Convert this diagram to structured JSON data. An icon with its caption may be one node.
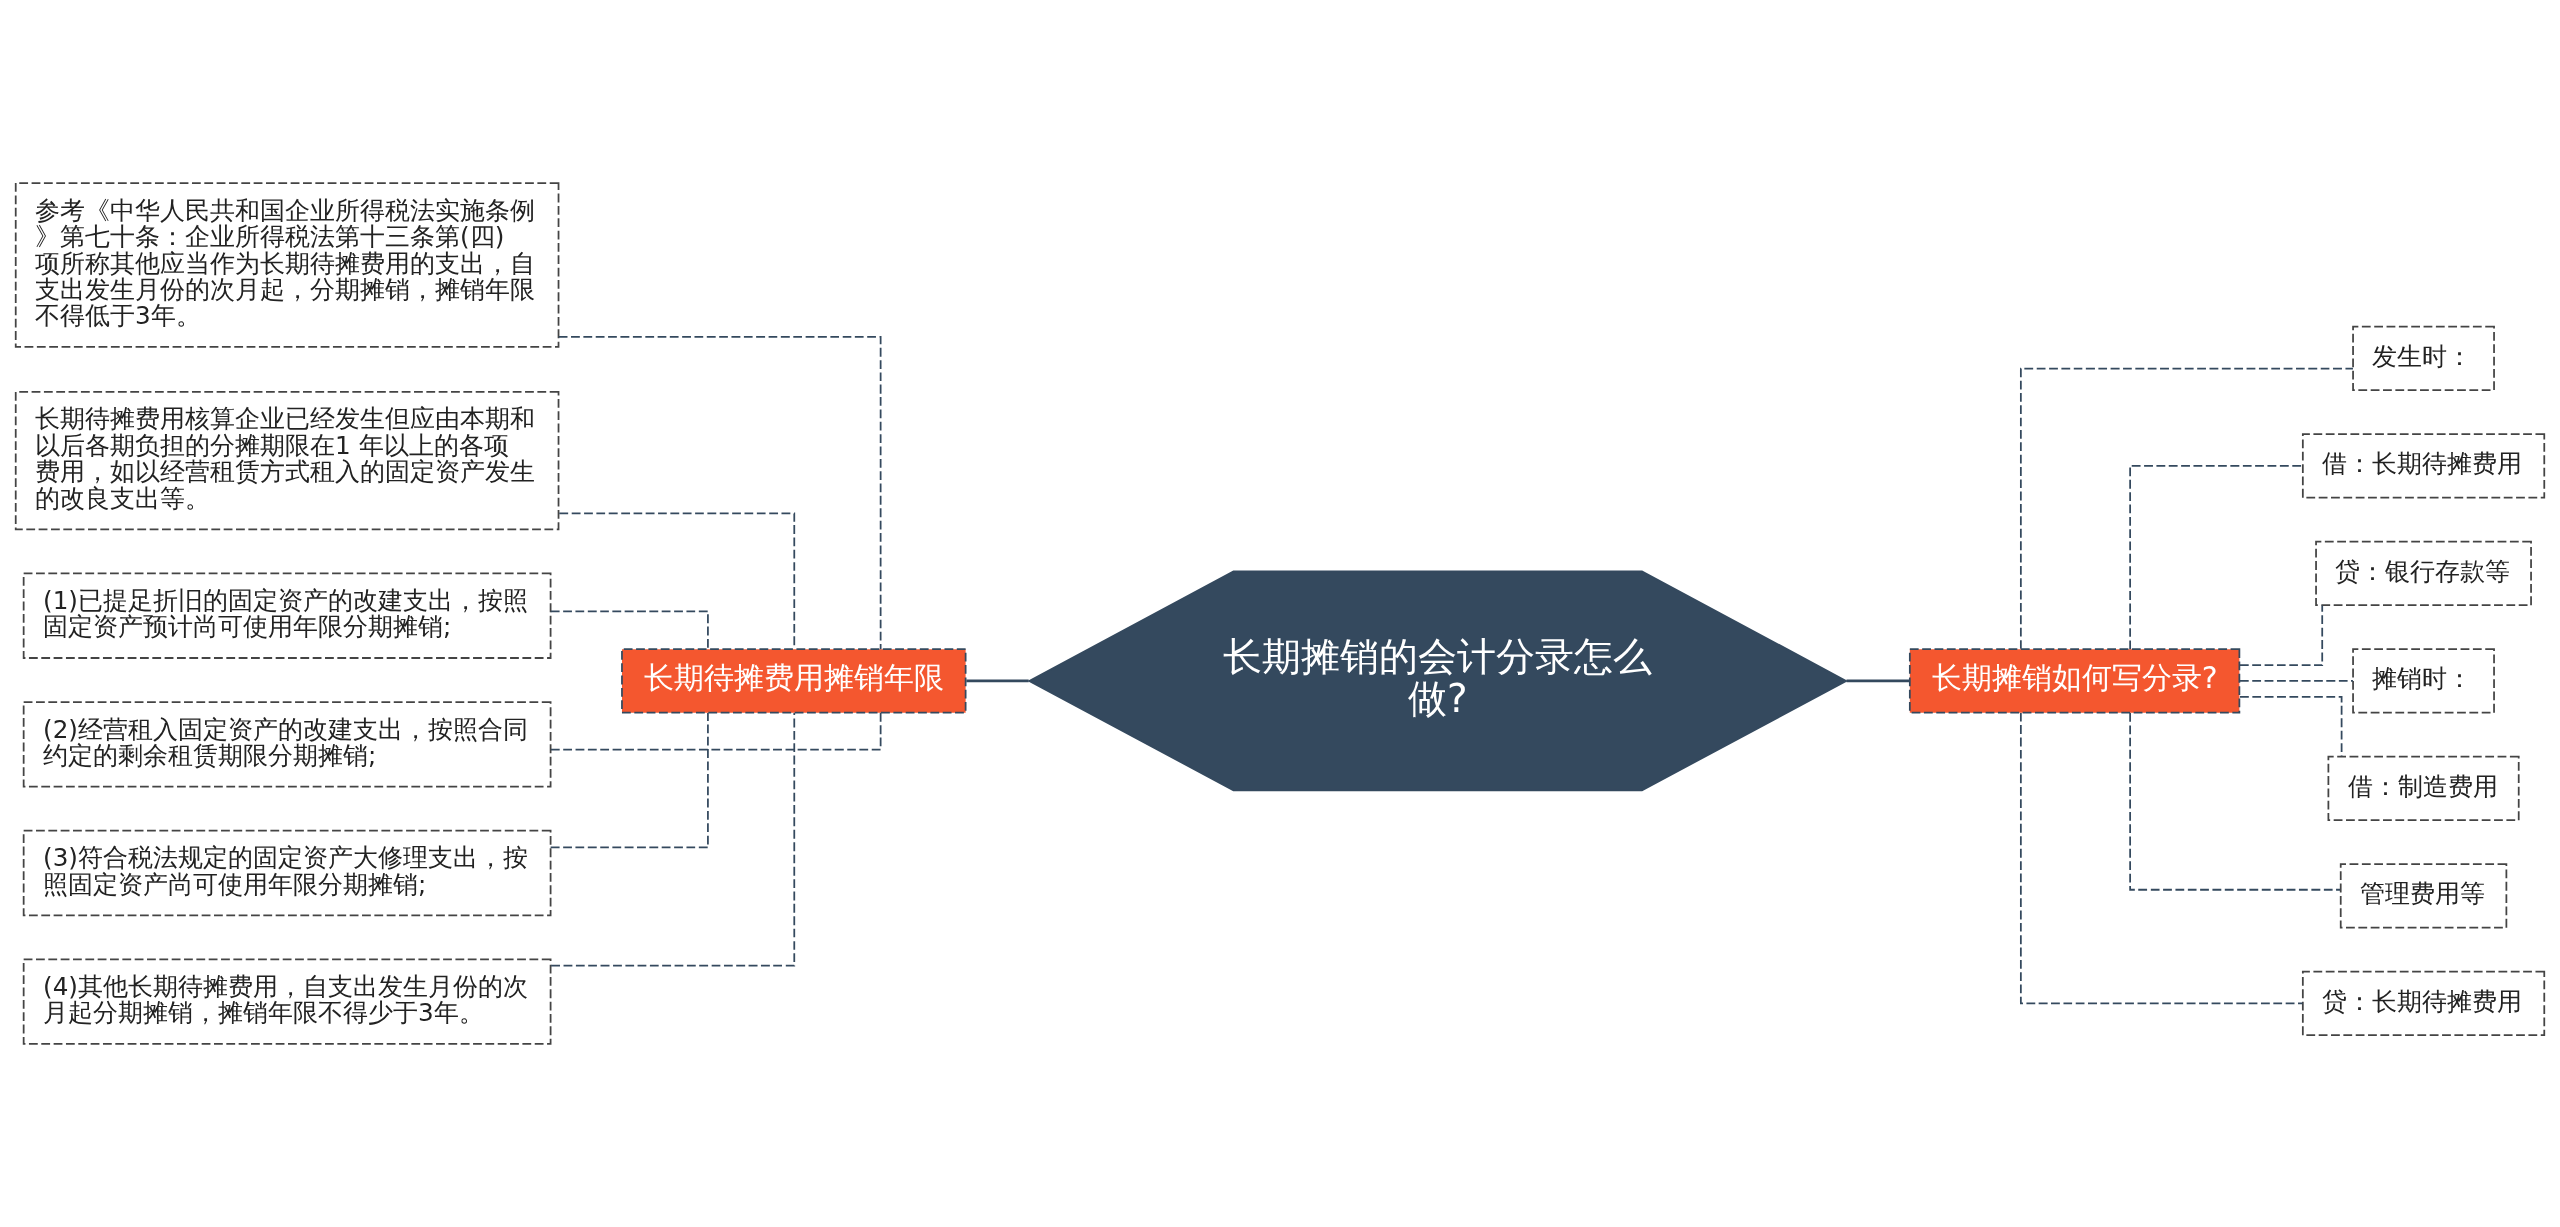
{
  "diagram": {
    "nodes": [
      {
        "text": [
          "长期摊销的会计分录怎么做?"
        ]
      },
      {
        "text": [
          "长期待摊费用摊销年限"
        ]
      },
      {
        "text": [
          "参考《中华人民共和国企业所得税法实施条例》第七十条：企业所得税法第十三条第(四)项所称其他应当作为长期待摊费用的支出，自支出发生月份的次月起，分期摊销，摊销年限不得低于3年。"
        ]
      },
      {
        "text": [
          "长期待摊费用核算企业已经发生但应由本期和以后各期负担的分摊期限在1 年以上的各项费用，如以经营租赁方式租入的固定资产发生的改良支出等。"
        ]
      },
      {
        "text": [
          "(1)已提足折旧的固定资产的改建支出，按照固定资产预计尚可使用年限分期摊销;"
        ]
      },
      {
        "text": [
          "(2)经营租入固定资产的改建支出，按照合同约定的剩余租赁期限分期摊销;"
        ]
      },
      {
        "text": [
          "(3)符合税法规定的固定资产大修理支出，按照固定资产尚可使用年限分期摊销;"
        ]
      },
      {
        "text": [
          "(4)其他长期待摊费用，自支出发生月份的次月起分期摊销，摊销年限不得少于3年。"
        ]
      },
      {
        "text": [
          "长期摊销如何写分录?"
        ]
      },
      {
        "text": [
          "发生时："
        ]
      },
      {
        "text": [
          "借：长期待摊费用"
        ]
      },
      {
        "text": [
          "贷：银行存款等"
        ]
      },
      {
        "text": [
          "摊销时："
        ]
      },
      {
        "text": [
          "借：制造费用"
        ]
      },
      {
        "text": [
          "管理费用等"
        ]
      },
      {
        "text": [
          "贷：长期待摊费用"
        ]
      }
    ],
    "edges": [
      {
        "from": 0,
        "to": 1,
        "arrow": "none"
      },
      {
        "from": 1,
        "to": 2,
        "arrow": "none",
        "style": "dashed"
      },
      {
        "from": 1,
        "to": 3,
        "arrow": "none",
        "style": "dashed"
      },
      {
        "from": 1,
        "to": 4,
        "arrow": "none",
        "style": "dashed"
      },
      {
        "from": 1,
        "to": 5,
        "arrow": "none",
        "style": "dashed"
      },
      {
        "from": 1,
        "to": 6,
        "arrow": "none",
        "style": "dashed"
      },
      {
        "from": 1,
        "to": 7,
        "arrow": "none",
        "style": "dashed"
      },
      {
        "from": 0,
        "to": 8,
        "arrow": "none"
      },
      {
        "from": 8,
        "to": 9,
        "arrow": "none",
        "style": "dashed"
      },
      {
        "from": 8,
        "to": 10,
        "arrow": "none",
        "style": "dashed"
      },
      {
        "from": 8,
        "to": 11,
        "arrow": "none",
        "style": "dashed"
      },
      {
        "from": 8,
        "to": 12,
        "arrow": "none",
        "style": "dashed"
      },
      {
        "from": 8,
        "to": 13,
        "arrow": "none",
        "style": "dashed"
      },
      {
        "from": 8,
        "to": 14,
        "arrow": "none",
        "style": "dashed"
      },
      {
        "from": 8,
        "to": 15,
        "arrow": "none",
        "style": "dashed"
      }
    ]
  }
}
